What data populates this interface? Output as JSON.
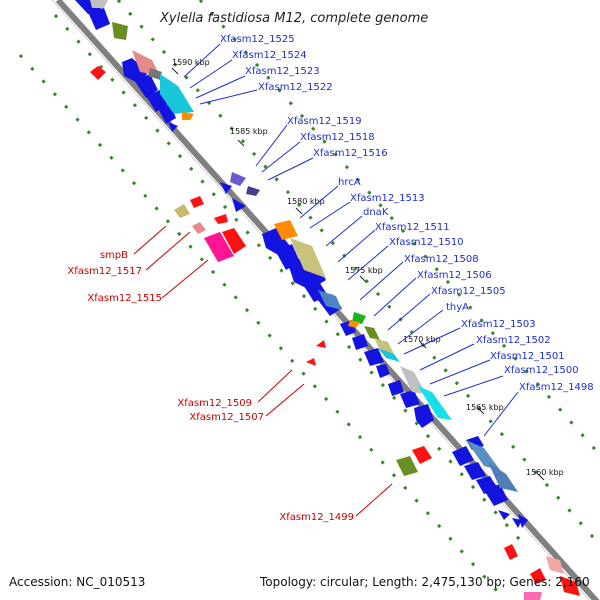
{
  "title": "Xylella fastidiosa M12, complete genome",
  "footer": {
    "accession": "Accession: NC_010513",
    "topology": "Topology: circular; Length: 2,475,130 bp; Genes: 2,160"
  },
  "colors": {
    "backbone": "#888888",
    "label_blue": "#1d2fcc",
    "label_red": "#cc0000",
    "gene_blue": "#1414e0",
    "dot_green": "#228b22"
  },
  "ticks": [
    "1590 kbp",
    "1585 kbp",
    "1580 kbp",
    "1575 kbp",
    "1570 kbp",
    "1565 kbp",
    "1560 kbp"
  ],
  "labels_blue": [
    "Xfasm12_1525",
    "Xfasm12_1524",
    "Xfasm12_1523",
    "Xfasm12_1522",
    "Xfasm12_1519",
    "Xfasm12_1518",
    "Xfasm12_1516",
    "hrcA",
    "Xfasm12_1513",
    "dnaK",
    "Xfasm12_1511",
    "Xfasm12_1510",
    "Xfasm12_1508",
    "Xfasm12_1506",
    "Xfasm12_1505",
    "thyA",
    "Xfasm12_1503",
    "Xfasm12_1502",
    "Xfasm12_1501",
    "Xfasm12_1500",
    "Xfasm12_1498"
  ],
  "labels_red": [
    "smpB",
    "Xfasm12_1517",
    "Xfasm12_1515",
    "Xfasm12_1509",
    "Xfasm12_1507",
    "Xfasm12_1499"
  ]
}
